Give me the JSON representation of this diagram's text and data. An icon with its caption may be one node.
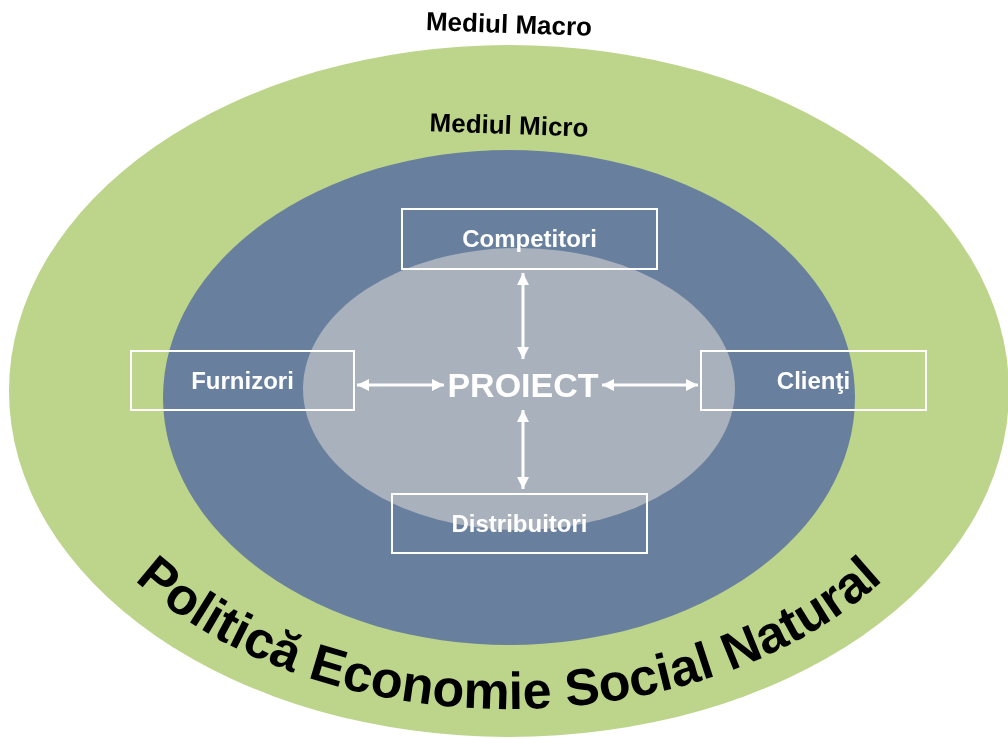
{
  "diagram": {
    "nodes": [
      {
        "text": [
          "Mediul Macro"
        ]
      },
      {
        "text": [
          "Mediul Micro"
        ],
        "in": 0
      },
      {
        "text": [],
        "shape": "ellipse",
        "in": 1
      },
      {
        "text": [
          "Competitori"
        ],
        "in": 1
      },
      {
        "text": [
          "Furnizori"
        ],
        "in": 0
      },
      {
        "text": [
          "PROIECT"
        ],
        "in": 2
      },
      {
        "text": [
          "Clienţi"
        ],
        "in": 0
      },
      {
        "text": [
          "Distribuitori"
        ],
        "in": 1
      }
    ],
    "edges": [
      {
        "from": 3,
        "to": 5,
        "arrow": "both"
      },
      {
        "from": 4,
        "to": 5,
        "arrow": "both"
      },
      {
        "from": 5,
        "to": 6,
        "arrow": "both"
      },
      {
        "from": 5,
        "to": 7,
        "arrow": "both"
      }
    ],
    "labels": [
      "Politică Economie Social Natural"
    ]
  }
}
